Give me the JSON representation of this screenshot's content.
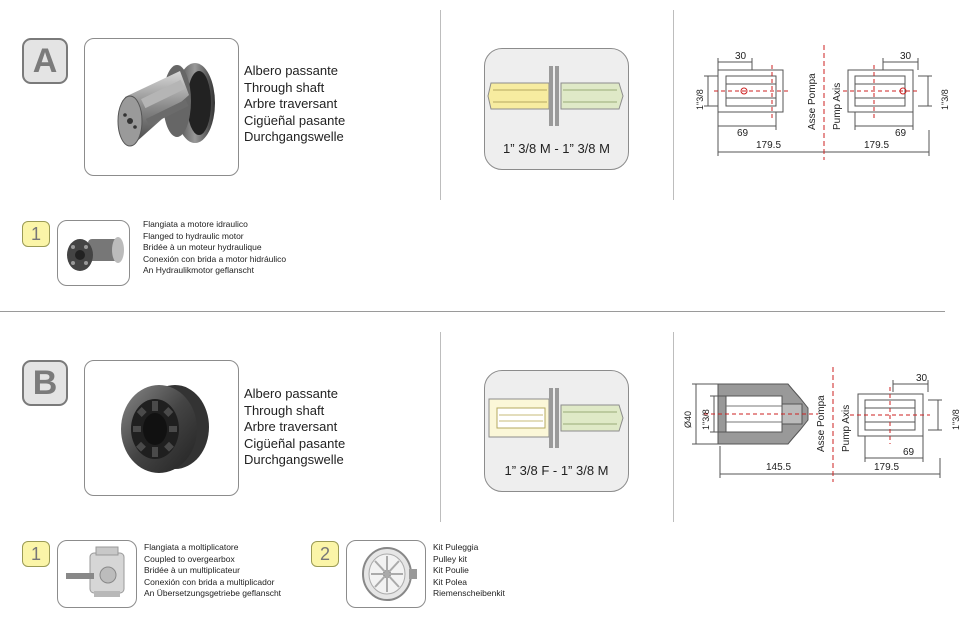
{
  "colors": {
    "male_yellow": "#f7eca0",
    "female_yellow": "#fbf7d8",
    "green": "#dfe9c7",
    "axis_red": "#cc2222",
    "badge": "#fbf5a8"
  },
  "section_a": {
    "letter": "A",
    "descriptions": [
      "Albero passante",
      "Through shaft",
      "Arbre traversant",
      "Cigüeñal pasante",
      "Durchgangswelle"
    ],
    "shaft_label": "1” 3/8 M - 1” 3/8 M",
    "dims": {
      "top_left": "30",
      "top_right": "30",
      "side_left": "1\"3/8",
      "side_right": "1\"3/8",
      "axis_1": "Asse Pompa",
      "axis_2": "Pump Axis",
      "inner_left": "69",
      "inner_right": "69",
      "total_left": "179.5",
      "total_right": "179.5"
    },
    "accessory": {
      "number": "1",
      "lines": [
        "Flangiata a motore idraulico",
        "Flanged to hydraulic motor",
        "Bridée à un moteur hydraulique",
        "Conexión con brida a motor hidráulico",
        "An Hydraulikmotor geflanscht"
      ]
    }
  },
  "section_b": {
    "letter": "B",
    "descriptions": [
      "Albero passante",
      "Through shaft",
      "Arbre traversant",
      "Cigüeñal pasante",
      "Durchgangswelle"
    ],
    "shaft_label": "1” 3/8 F - 1” 3/8 M",
    "dims": {
      "diameter": "Ø40",
      "side_left": "1\"3/8",
      "side_right": "1\"3/8",
      "axis_1": "Asse Pompa",
      "axis_2": "Pump Axis",
      "top_right": "30",
      "inner_right": "69",
      "total_left": "145.5",
      "total_right": "179.5"
    },
    "accessory_1": {
      "number": "1",
      "lines": [
        "Flangiata a moltiplicatore",
        "Coupled to overgearbox",
        "Bridée à un multiplicateur",
        "Conexión con brida a multiplicador",
        "An Übersetzungsgetriebe geflanscht"
      ]
    },
    "accessory_2": {
      "number": "2",
      "lines": [
        "Kit Puleggia",
        "Pulley kit",
        "Kit Poulie",
        "Kit Polea",
        "Riemenscheibenkit"
      ]
    }
  }
}
